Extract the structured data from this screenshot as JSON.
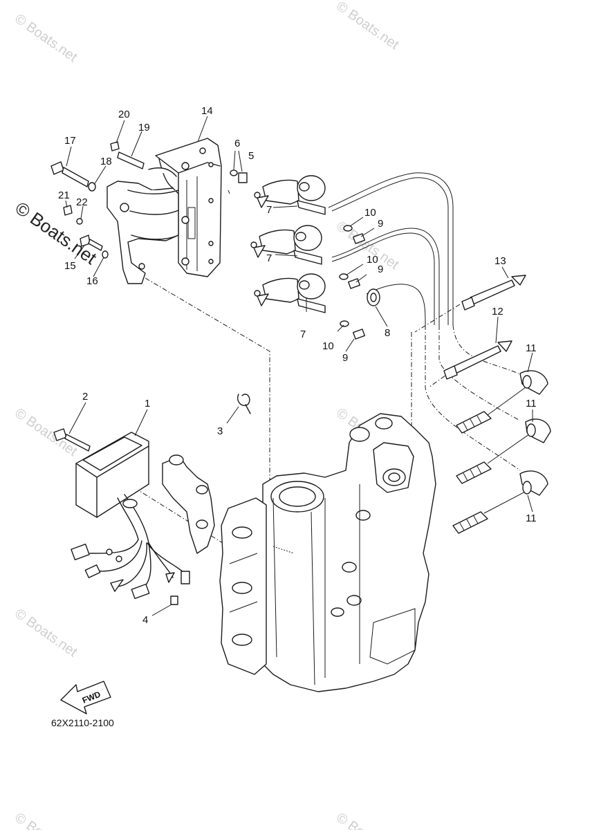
{
  "diagram": {
    "part_code": "62X2110-2100",
    "fwd_label": "FWD",
    "watermark": "© Boats.net",
    "callouts": {
      "n1": "1",
      "n2": "2",
      "n3": "3",
      "n4": "4",
      "n5": "5",
      "n6": "6",
      "n7a": "7",
      "n7b": "7",
      "n7c": "7",
      "n8": "8",
      "n9a": "9",
      "n9b": "9",
      "n9c": "9",
      "n10a": "10",
      "n10b": "10",
      "n10c": "10",
      "n11a": "11",
      "n11b": "11",
      "n11c": "11",
      "n12": "12",
      "n13": "13",
      "n14": "14",
      "n15": "15",
      "n16": "16",
      "n17": "17",
      "n18": "18",
      "n19": "19",
      "n20": "20",
      "n21": "21",
      "n22": "22"
    }
  }
}
